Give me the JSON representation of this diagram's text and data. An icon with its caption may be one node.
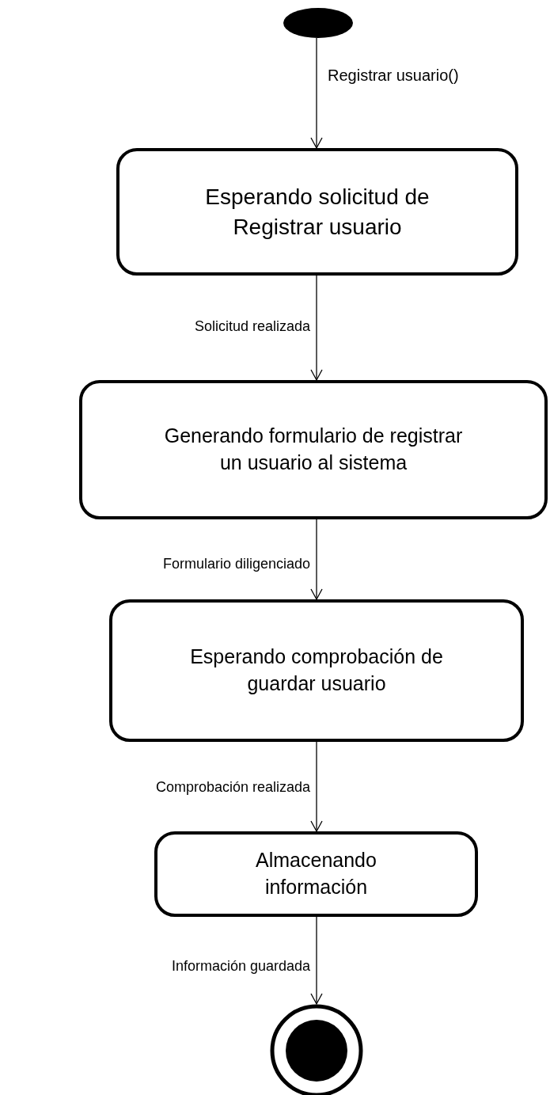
{
  "diagram": {
    "nodes": [
      {
        "text": [],
        "shape": "ellipse"
      },
      {
        "text": [
          "Esperando solicitud de Registrar usuario"
        ]
      },
      {
        "text": [
          "Generando formulario de registrar un usuario al sistema"
        ]
      },
      {
        "text": [
          "Esperando comprobación de guardar usuario"
        ]
      },
      {
        "text": [
          "Almacenando información"
        ]
      },
      {
        "text": [],
        "shape": "bullseye"
      }
    ],
    "edges": [
      {
        "from": 0,
        "to": 1,
        "arrow": "to",
        "label": "Registrar usuario()"
      },
      {
        "from": 1,
        "to": 2,
        "arrow": "to",
        "label": "Solicitud realizada"
      },
      {
        "from": 2,
        "to": 3,
        "arrow": "to",
        "label": "Formulario diligenciado"
      },
      {
        "from": 3,
        "to": 4,
        "arrow": "to",
        "label": "Comprobación realizada"
      },
      {
        "from": 4,
        "to": 5,
        "arrow": "to",
        "label": "Información guardada"
      }
    ]
  }
}
